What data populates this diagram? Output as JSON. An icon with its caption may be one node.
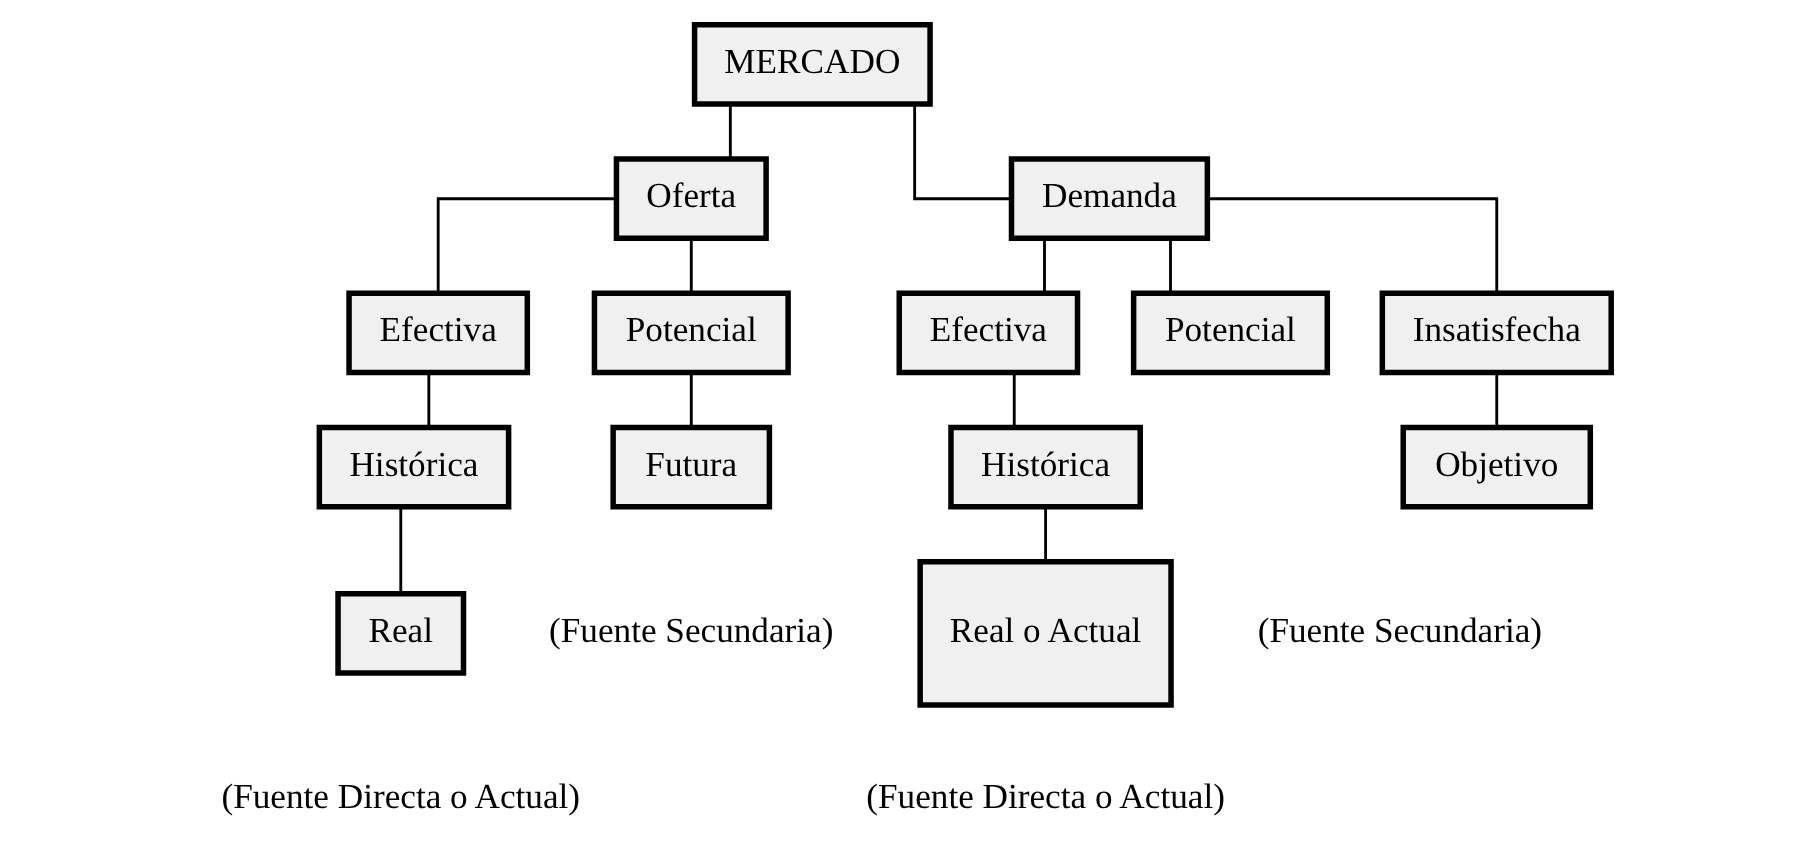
{
  "diagram": {
    "nodes": [
      {
        "text": [
          "MERCADO"
        ]
      },
      {
        "text": [
          "Oferta"
        ]
      },
      {
        "text": [
          "Demanda"
        ]
      },
      {
        "text": [
          "Efectiva"
        ]
      },
      {
        "text": [
          "Potencial"
        ]
      },
      {
        "text": [
          "Efectiva"
        ]
      },
      {
        "text": [
          "Potencial"
        ]
      },
      {
        "text": [
          "Insatisfecha"
        ]
      },
      {
        "text": [
          "Histórica"
        ]
      },
      {
        "text": [
          "Futura"
        ]
      },
      {
        "text": [
          "Histórica"
        ]
      },
      {
        "text": [
          "Objetivo"
        ]
      },
      {
        "text": [
          "Real"
        ]
      },
      {
        "text": [
          "Real o Actual"
        ]
      }
    ],
    "edges": [
      {
        "from": 0,
        "to": 1,
        "arrow": "none"
      },
      {
        "from": 0,
        "to": 2,
        "arrow": "none"
      },
      {
        "from": 1,
        "to": 3,
        "arrow": "none"
      },
      {
        "from": 1,
        "to": 4,
        "arrow": "none"
      },
      {
        "from": 2,
        "to": 5,
        "arrow": "none"
      },
      {
        "from": 2,
        "to": 6,
        "arrow": "none"
      },
      {
        "from": 2,
        "to": 7,
        "arrow": "none"
      },
      {
        "from": 3,
        "to": 8,
        "arrow": "none"
      },
      {
        "from": 4,
        "to": 9,
        "arrow": "none"
      },
      {
        "from": 5,
        "to": 10,
        "arrow": "none"
      },
      {
        "from": 7,
        "to": 11,
        "arrow": "none"
      },
      {
        "from": 8,
        "to": 12,
        "arrow": "none"
      },
      {
        "from": 10,
        "to": 13,
        "arrow": "none"
      }
    ],
    "labels": [
      "(Fuente Secundaria)",
      "(Fuente Secundaria)",
      "(Fuente Directa o Actual)",
      "(Fuente Directa o Actual)"
    ]
  }
}
